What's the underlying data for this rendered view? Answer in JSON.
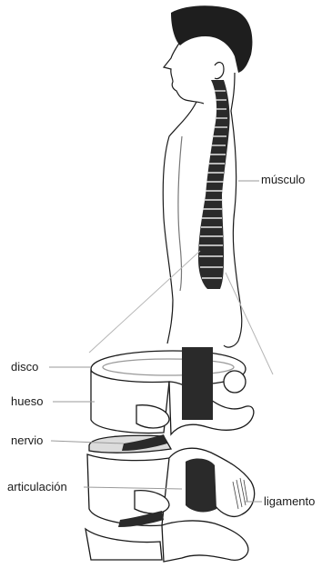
{
  "labels": {
    "musculo": "músculo",
    "disco": "disco",
    "hueso": "hueso",
    "nervio": "nervio",
    "articulacion": "articulación",
    "ligamento": "ligamento"
  },
  "colors": {
    "line": "#1a1a1a",
    "hair": "#1e1e1e",
    "spine": "#2a2a2a",
    "leader": "#9a9a9a",
    "paper": "#ffffff"
  }
}
